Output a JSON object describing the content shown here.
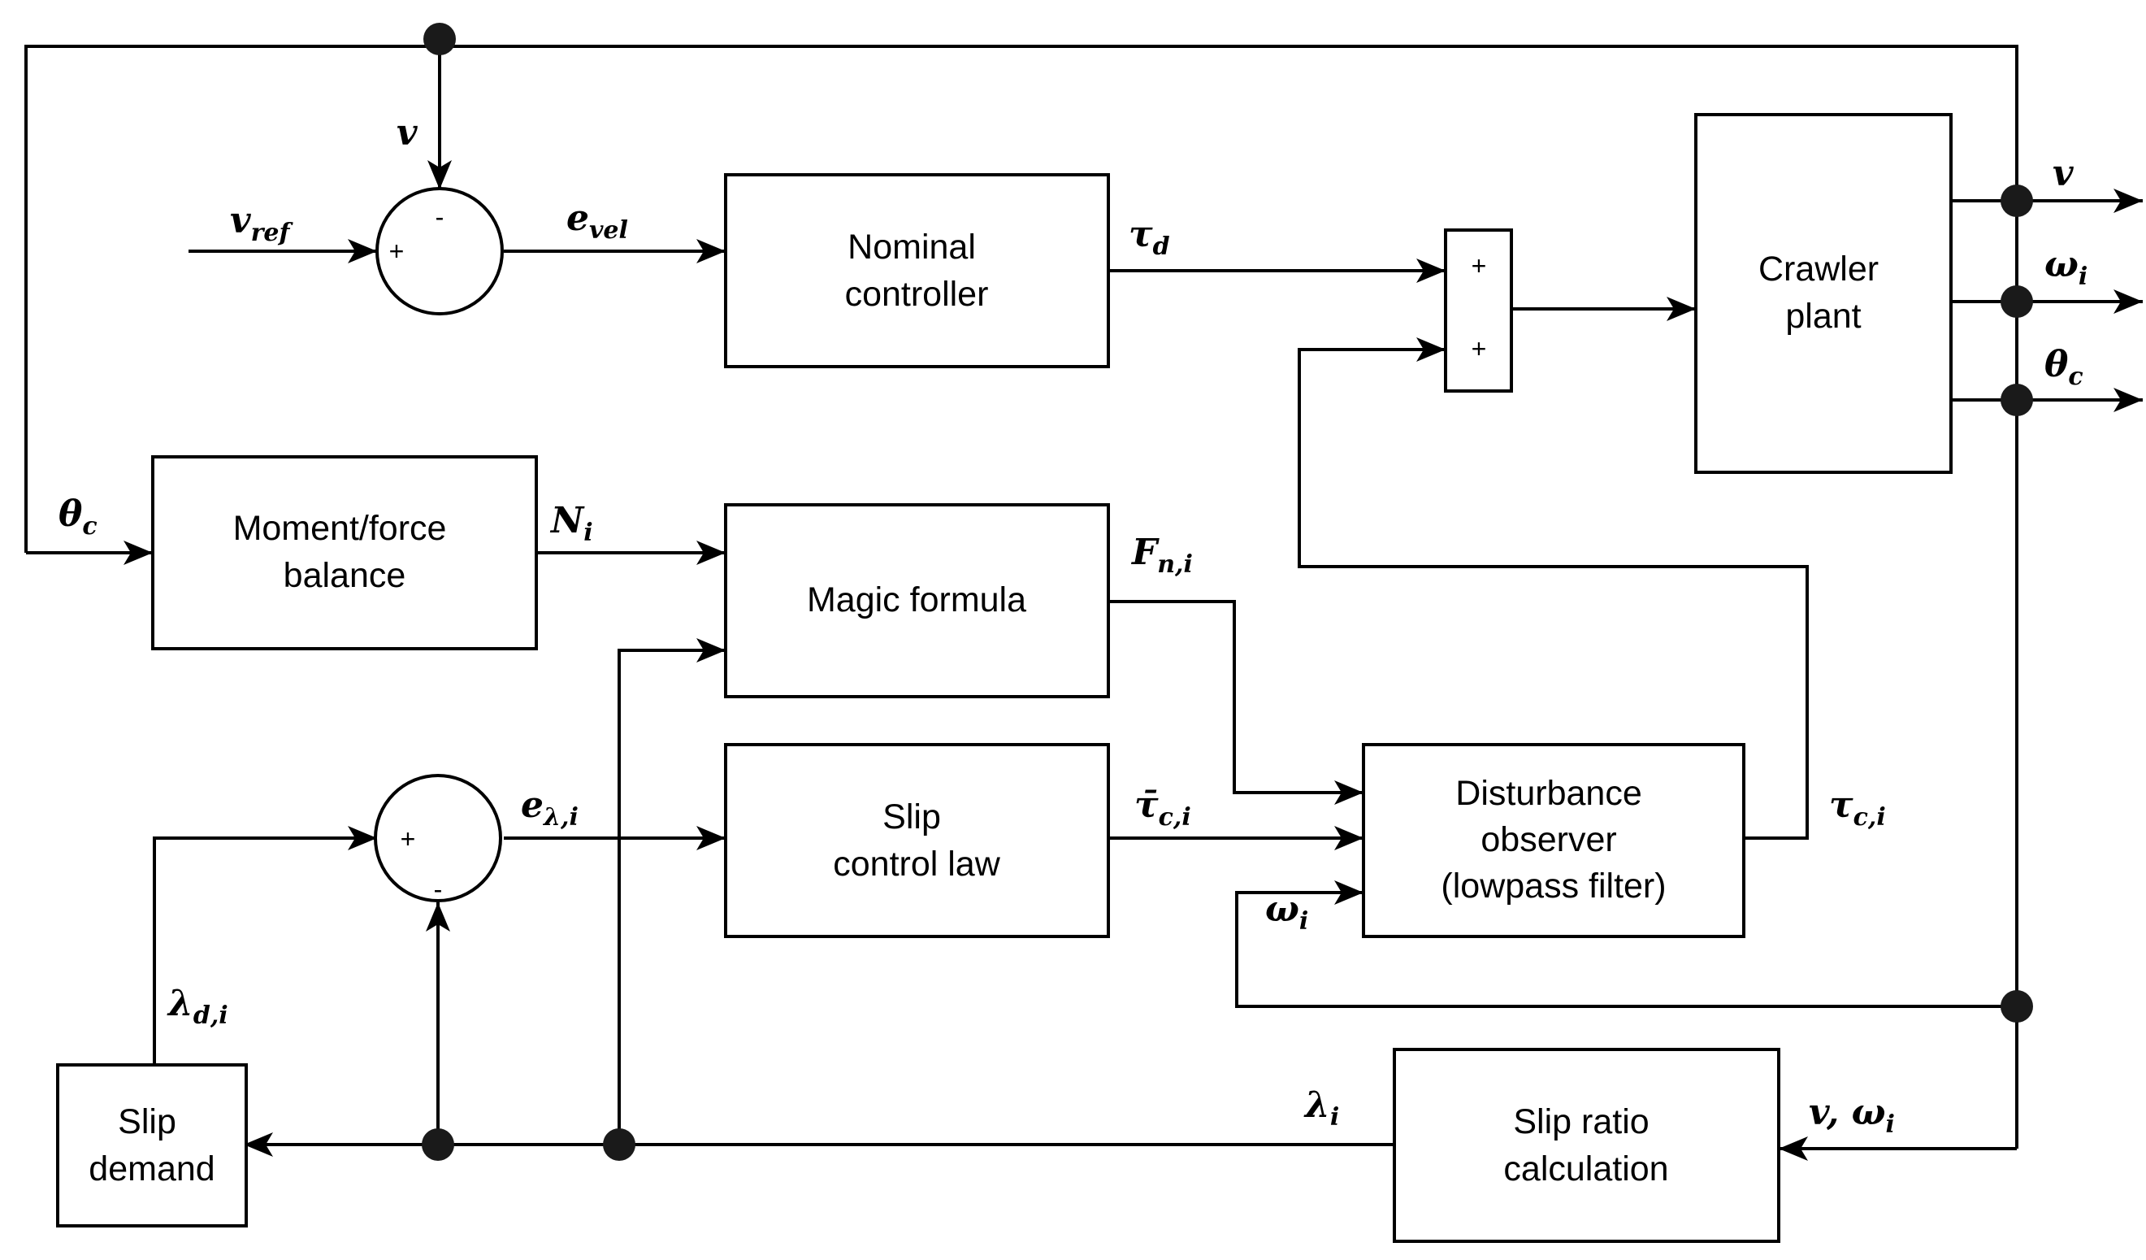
{
  "blocks": {
    "nominal_controller": [
      "Nominal",
      "controller"
    ],
    "crawler_plant": [
      "Crawler",
      "plant"
    ],
    "moment_force_balance": [
      "Moment/force",
      "balance"
    ],
    "magic_formula": [
      "Magic formula"
    ],
    "slip_control_law": [
      "Slip",
      "control law"
    ],
    "disturbance_observer": [
      "Disturbance",
      "observer",
      "(lowpass filter)"
    ],
    "slip_demand": [
      "Slip",
      "demand"
    ],
    "slip_ratio_calculation": [
      "Slip ratio",
      "calculation"
    ]
  },
  "signals": {
    "v_top": {
      "base": "v",
      "sub": ""
    },
    "v_ref": {
      "base": "v",
      "sub": "ref"
    },
    "e_vel": {
      "base": "e",
      "sub": "vel"
    },
    "tau_d": {
      "base": "τ",
      "sub": "d"
    },
    "v_out": {
      "base": "v",
      "sub": ""
    },
    "omega_out": {
      "base": "ω",
      "sub": "i"
    },
    "theta_out": {
      "base": "θ",
      "sub": "c"
    },
    "theta_in": {
      "base": "θ",
      "sub": "c"
    },
    "n_i": {
      "base": "N",
      "sub": "i"
    },
    "f_ni": {
      "base": "F",
      "sub": "n,i"
    },
    "e_lambda": {
      "base": "e",
      "sub": "λ,i"
    },
    "tau_bar_ci": {
      "base": "τ̄",
      "sub": "c,i"
    },
    "tau_ci": {
      "base": "τ",
      "sub": "c,i"
    },
    "omega_obs": {
      "base": "ω",
      "sub": "i"
    },
    "lambda_di": {
      "base": "λ",
      "sub": "d,i"
    },
    "lambda_i": {
      "base": "λ",
      "sub": "i"
    },
    "v_omega": {
      "base": "v, ω",
      "sub": "i"
    }
  },
  "signs": {
    "sum_vel_left": "+",
    "sum_vel_top": "-",
    "torque_sum_top": "+",
    "torque_sum_bottom": "+",
    "sum_slip_left": "+",
    "sum_slip_bottom": "-"
  }
}
